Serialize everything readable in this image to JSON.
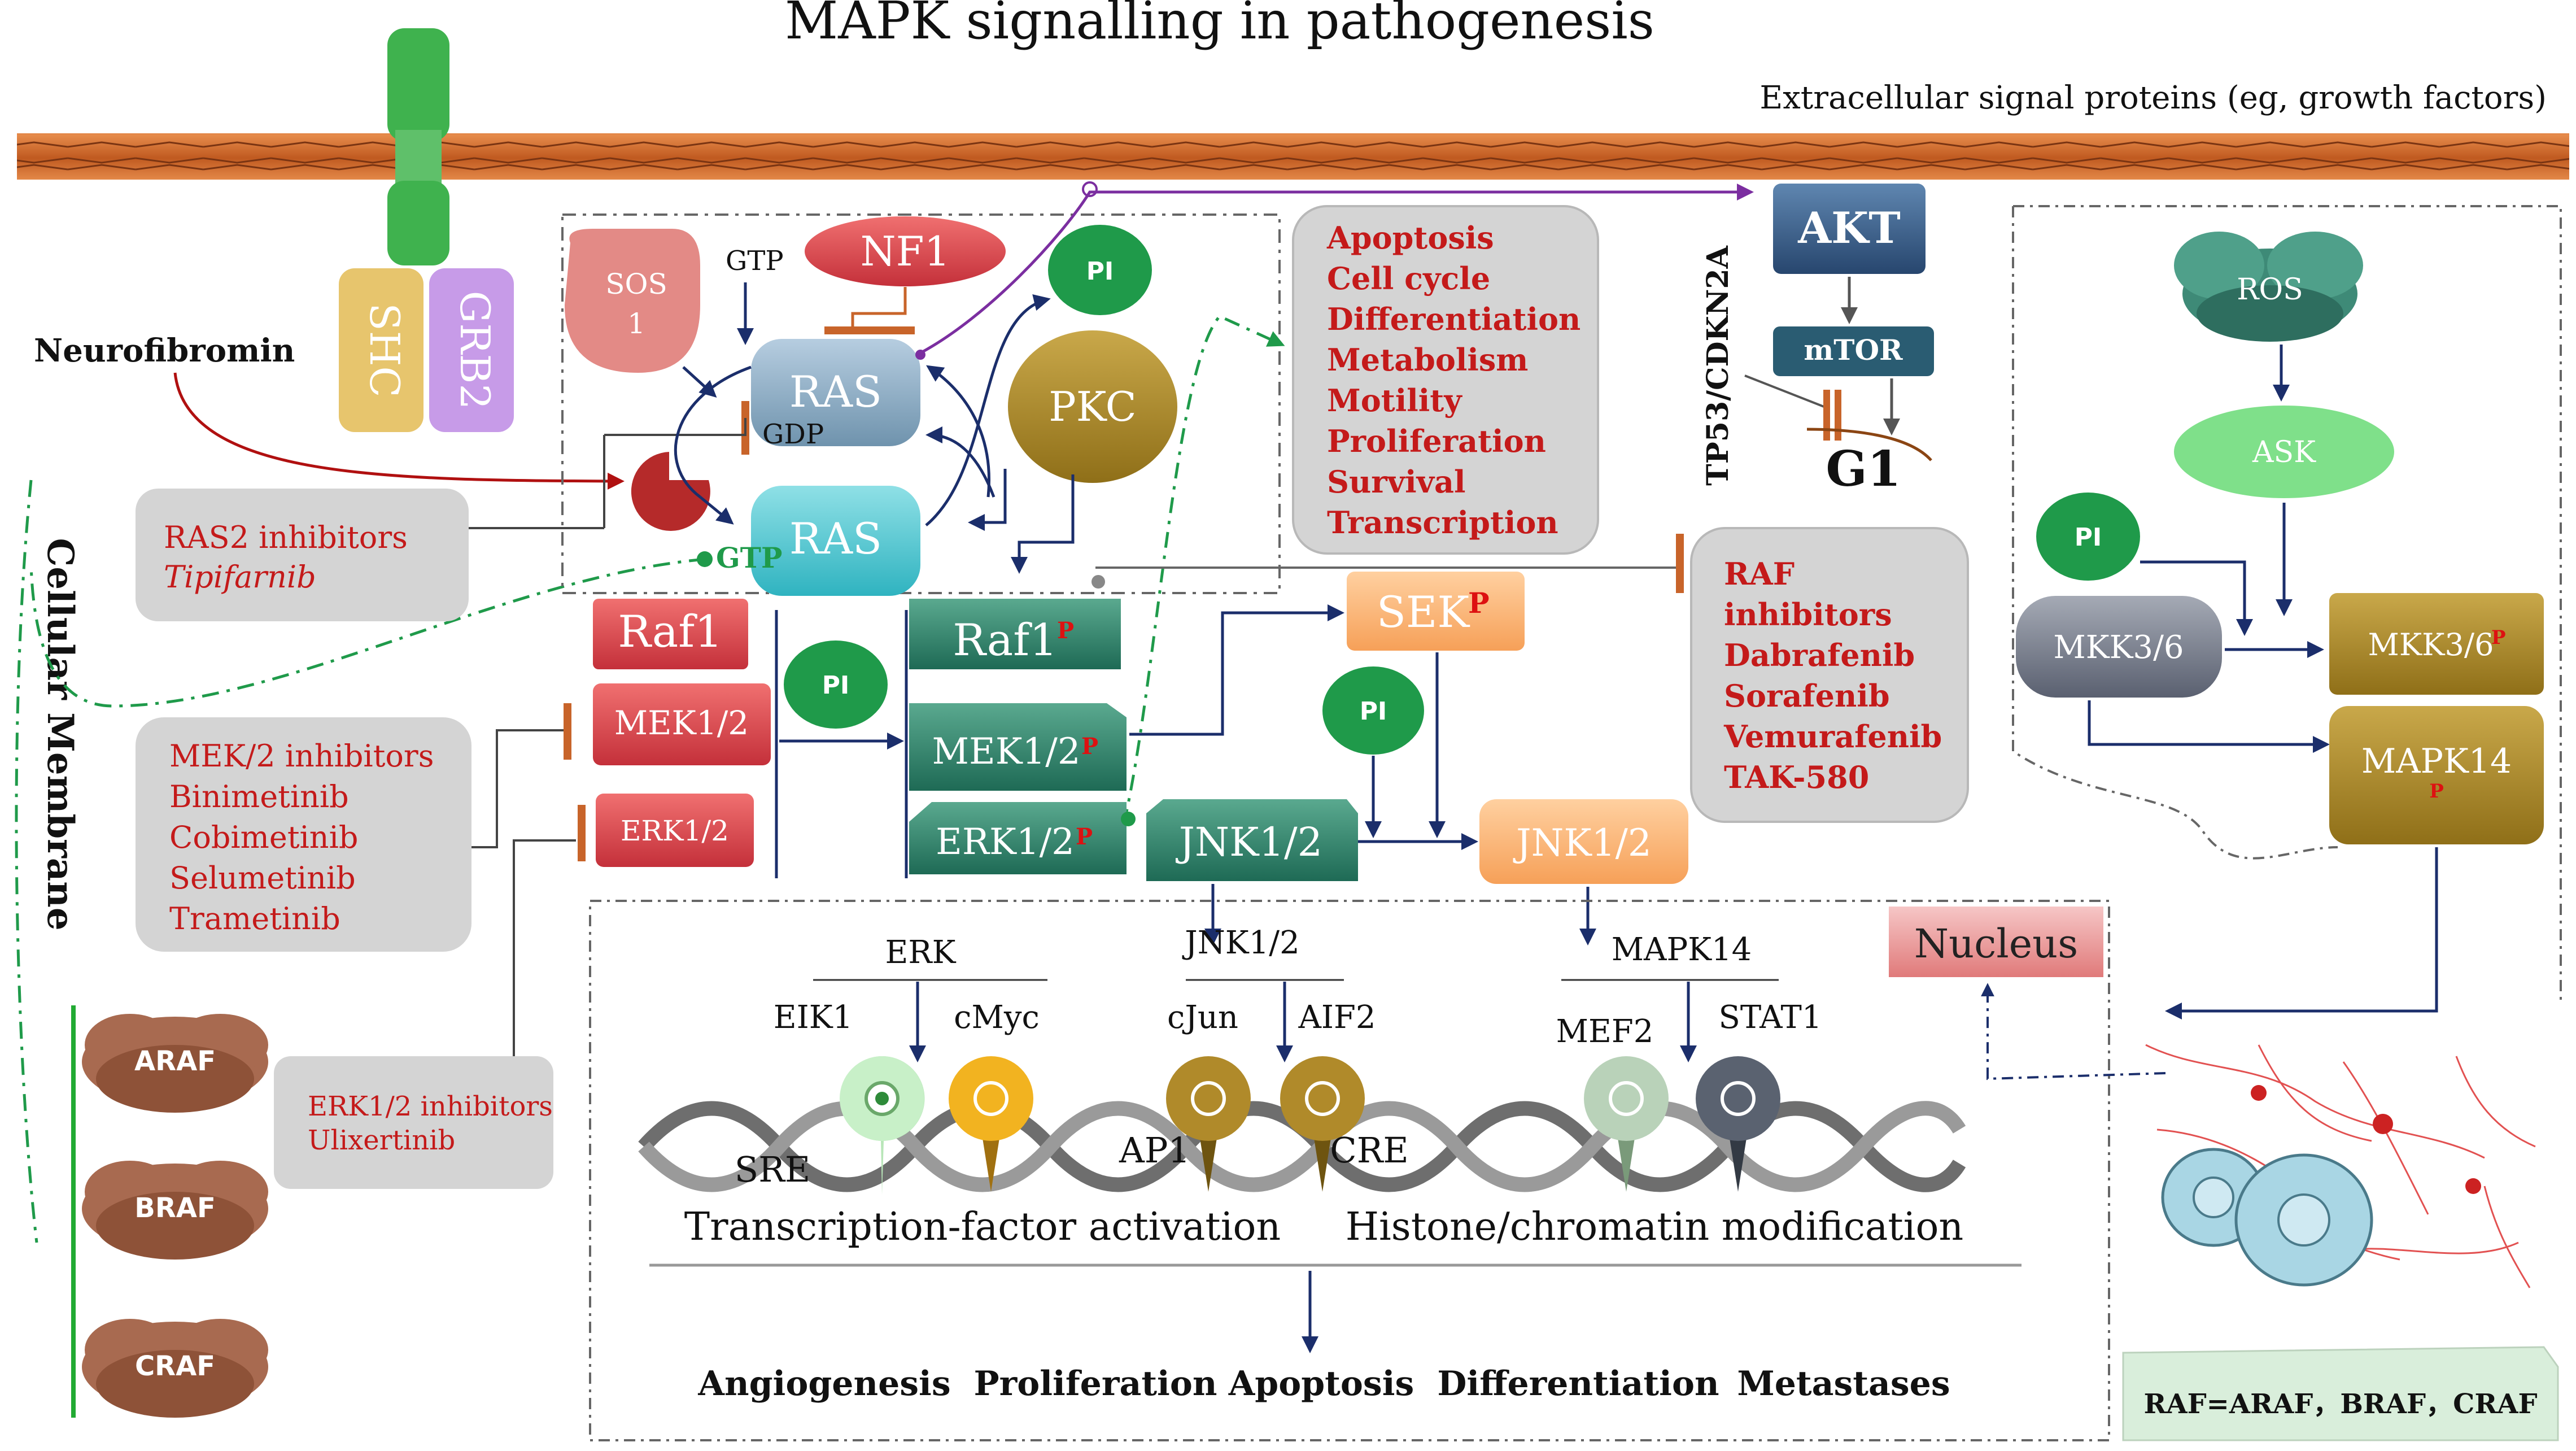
{
  "title": "MAPK signalling in pathogenesis",
  "extracellular": "Extracellular signal proteins (eg, growth factors)",
  "receptor": {
    "shc": "SHC",
    "grb2": "GRB2"
  },
  "neurofibromin": "Neurofibromin",
  "cellular_membrane": "Cellular Membrane",
  "sos": {
    "line1": "SOS",
    "line2": "1"
  },
  "gtp": "GTP",
  "gdp": "GDP",
  "nf1": "NF1",
  "ras": "RAS",
  "pi": "PI",
  "pkc": "PKC",
  "outcomes_box": [
    "Apoptosis",
    "Cell cycle",
    "Differentiation",
    "Metabolism",
    "Motility",
    "Proliferation",
    "Survival",
    "Transcription"
  ],
  "akt": "AKT",
  "mtor": "mTOR",
  "tp53": "TP53/CDKN2A",
  "g1": "G1",
  "ras2_inhibitors": {
    "line1": "RAS2 inhibitors",
    "line2": "Tipifarnib"
  },
  "raf1": "Raf1",
  "mek12": "MEK1/2",
  "erk12": "ERK1/2",
  "raf1p": "Raf1",
  "mek12p": "MEK1/2",
  "erk12p": "ERK1/2",
  "p": "P",
  "sek": "SEK",
  "jnk12": "JNK1/2",
  "raf_inhibitors": [
    "RAF",
    "inhibitors",
    "Dabrafenib",
    "Sorafenib",
    "Vemurafenib",
    "TAK-580"
  ],
  "mek_inhibitors": [
    "MEK/2 inhibitors",
    "Binimetinib",
    "Cobimetinib",
    "Selumetinib",
    "Trametinib"
  ],
  "erk_inhibitors": {
    "line1": "ERK1/2 inhibitors",
    "line2": "Ulixertinib"
  },
  "raf_clouds": [
    "ARAF",
    "BRAF",
    "CRAF"
  ],
  "ros": "ROS",
  "ask": "ASK",
  "mkk36": "MKK3/6",
  "mapk14": "MAPK14",
  "nucleus": "Nucleus",
  "tf_groups": {
    "erk": {
      "head": "ERK",
      "left": "EIK1",
      "right": "cMyc"
    },
    "jnk": {
      "head": "JNK1/2",
      "left": "cJun",
      "right": "AIF2"
    },
    "mapk": {
      "head": "MAPK14",
      "left": "MEF2",
      "right": "STAT1"
    }
  },
  "elements": {
    "sre": "SRE",
    "ap1": "AP1",
    "cre": "CRE"
  },
  "tf_activation": "Transcription-factor activation",
  "histone": "Histone/chromatin modification",
  "final_outcomes": [
    "Angiogenesis",
    "Proliferation",
    "Apoptosis",
    "Differentiation",
    "Metastases"
  ],
  "raf_def": "RAF=ARAF，BRAF，CRAF",
  "colors": {
    "red_text": "#c41a1a",
    "navy": "#1b2e6b",
    "membrane": "#c8642a",
    "gray_box": "#d4d4d4",
    "green_pi": "#1f9a4a",
    "teal_dark": "#2e7d68"
  }
}
